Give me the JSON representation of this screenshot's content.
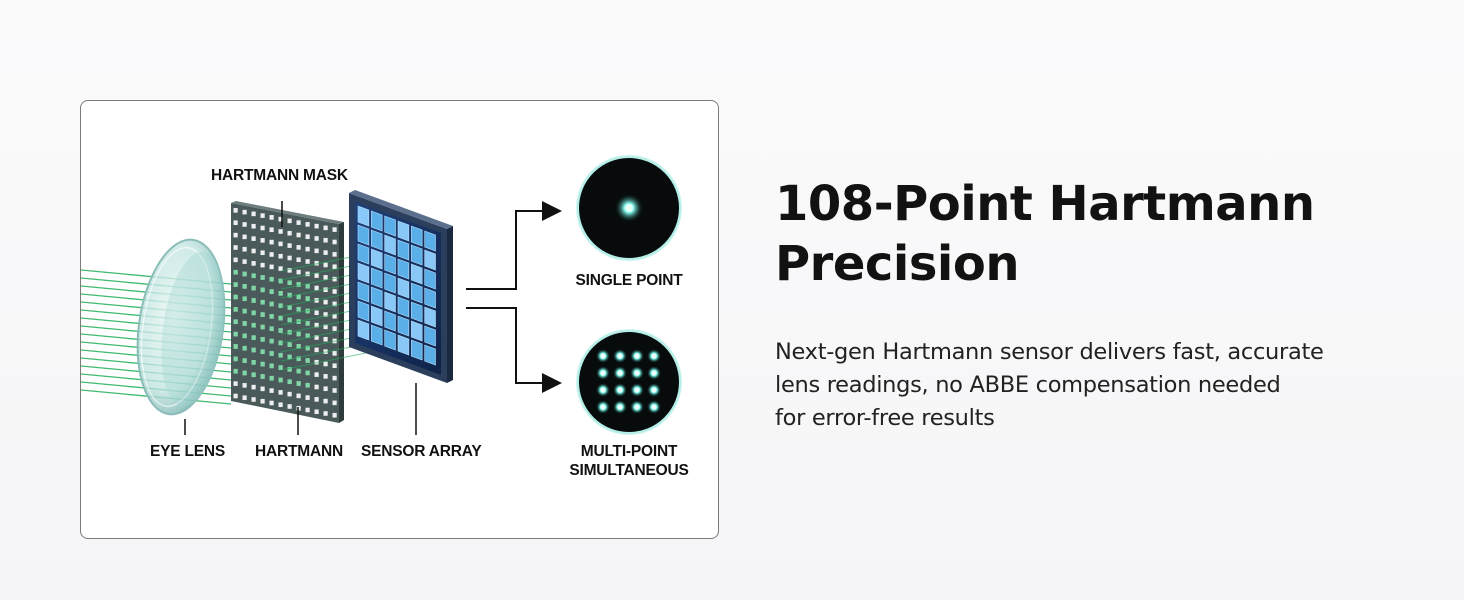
{
  "diagram": {
    "labels": {
      "hartmann_mask": "HARTMANN MASK",
      "eye_lens": "EYE LENS",
      "hartmann": "HARTMANN",
      "sensor_array": "SENSOR ARRAY",
      "single_point": "SINGLE POINT",
      "multi_point_line1": "MULTI-POINT",
      "multi_point_line2": "SIMULTANEOUS"
    },
    "colors": {
      "beam": "#1fae5a",
      "sensor_cell": "#5fb6f0",
      "sensor_frame": "#2b3f5c",
      "mask": "#4a5a5a",
      "lens": "#bfe3e0",
      "spot_glow": "#7ff3e6",
      "circle_bg": "#070b0c",
      "circle_ring": "#9fe9df"
    },
    "icons": [
      "eye-lens-icon",
      "hartmann-mask-icon",
      "sensor-array-icon",
      "arrow-right-icon",
      "single-spot-icon",
      "multi-spot-icon"
    ]
  },
  "content": {
    "headline_line1": "108-Point Hartmann",
    "headline_line2": "Precision",
    "body_line1": "Next-gen Hartmann sensor delivers fast, accurate",
    "body_line2": "lens readings, no ABBE compensation needed",
    "body_line3": "for error-free results"
  }
}
